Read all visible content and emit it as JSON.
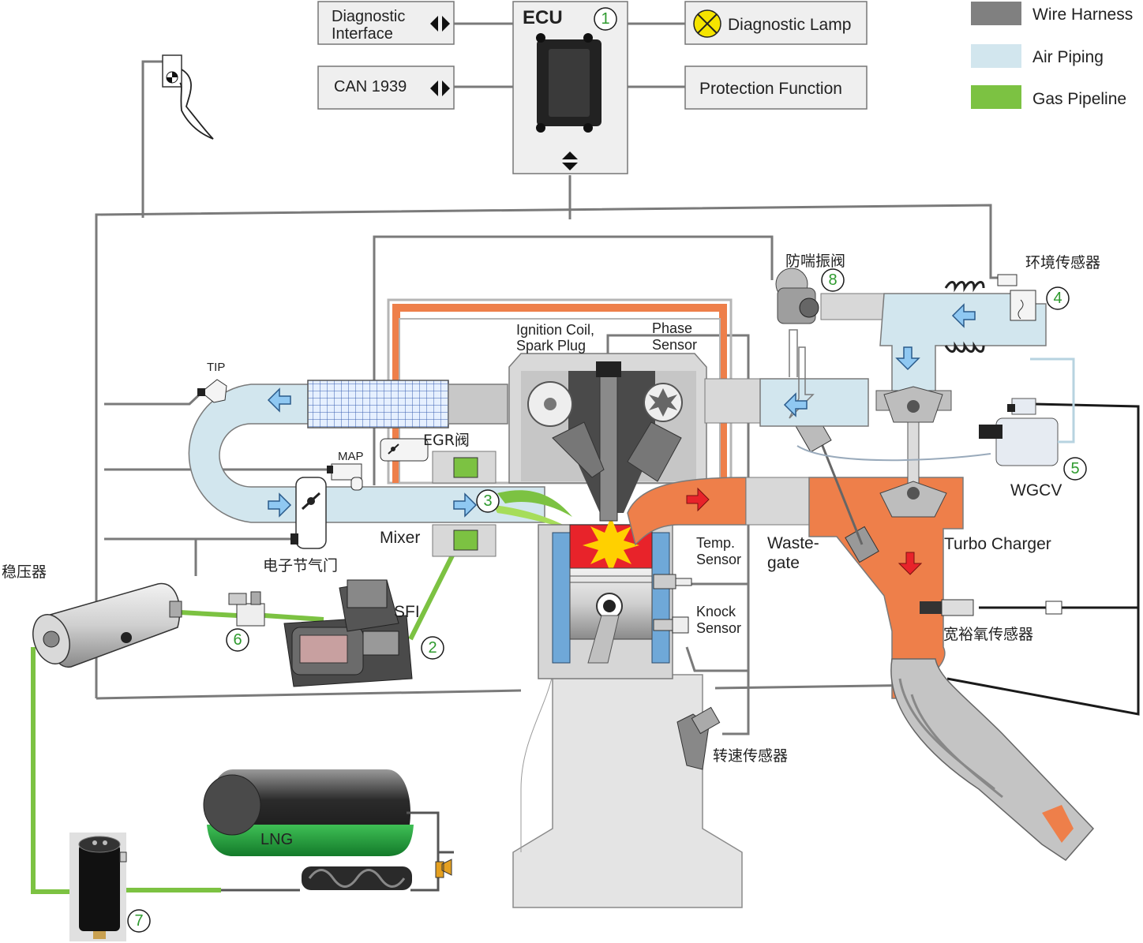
{
  "ecu": {
    "title": "ECU",
    "num": "1"
  },
  "boxes": {
    "diag_line1": "Diagnostic",
    "diag_line2": "Interface",
    "can": "CAN  1939",
    "lamp": "Diagnostic Lamp",
    "protection": "Protection Function"
  },
  "legend": [
    {
      "label": "Wire Harness",
      "color": "#808080"
    },
    {
      "label": "Air Piping",
      "color": "#d2e6ee"
    },
    {
      "label": "Gas Pipeline",
      "color": "#7cc242"
    }
  ],
  "labels": {
    "tip": "TIP",
    "map": "MAP",
    "egr": "EGR阀",
    "mixer": "Mixer",
    "throttle": "电子节气门",
    "regulator": "稳压器",
    "sfi": "SFI",
    "ignition_1": "Ignition Coil,",
    "ignition_2": "Spark Plug",
    "phase_1": "Phase",
    "phase_2": "Sensor",
    "temp_1": "Temp.",
    "temp_2": "Sensor",
    "knock_1": "Knock",
    "knock_2": "Sensor",
    "waste_1": "Waste-",
    "waste_2": "gate",
    "turbo": "Turbo Charger",
    "wgcv": "WGCV",
    "antisurge": "防喘振阀",
    "env_sensor": "环境传感器",
    "o2_sensor": "宽裕氧传感器",
    "speed_sensor": "转速传感器",
    "lng": "LNG"
  },
  "numbers": [
    "2",
    "3",
    "4",
    "5",
    "6",
    "7",
    "8"
  ]
}
